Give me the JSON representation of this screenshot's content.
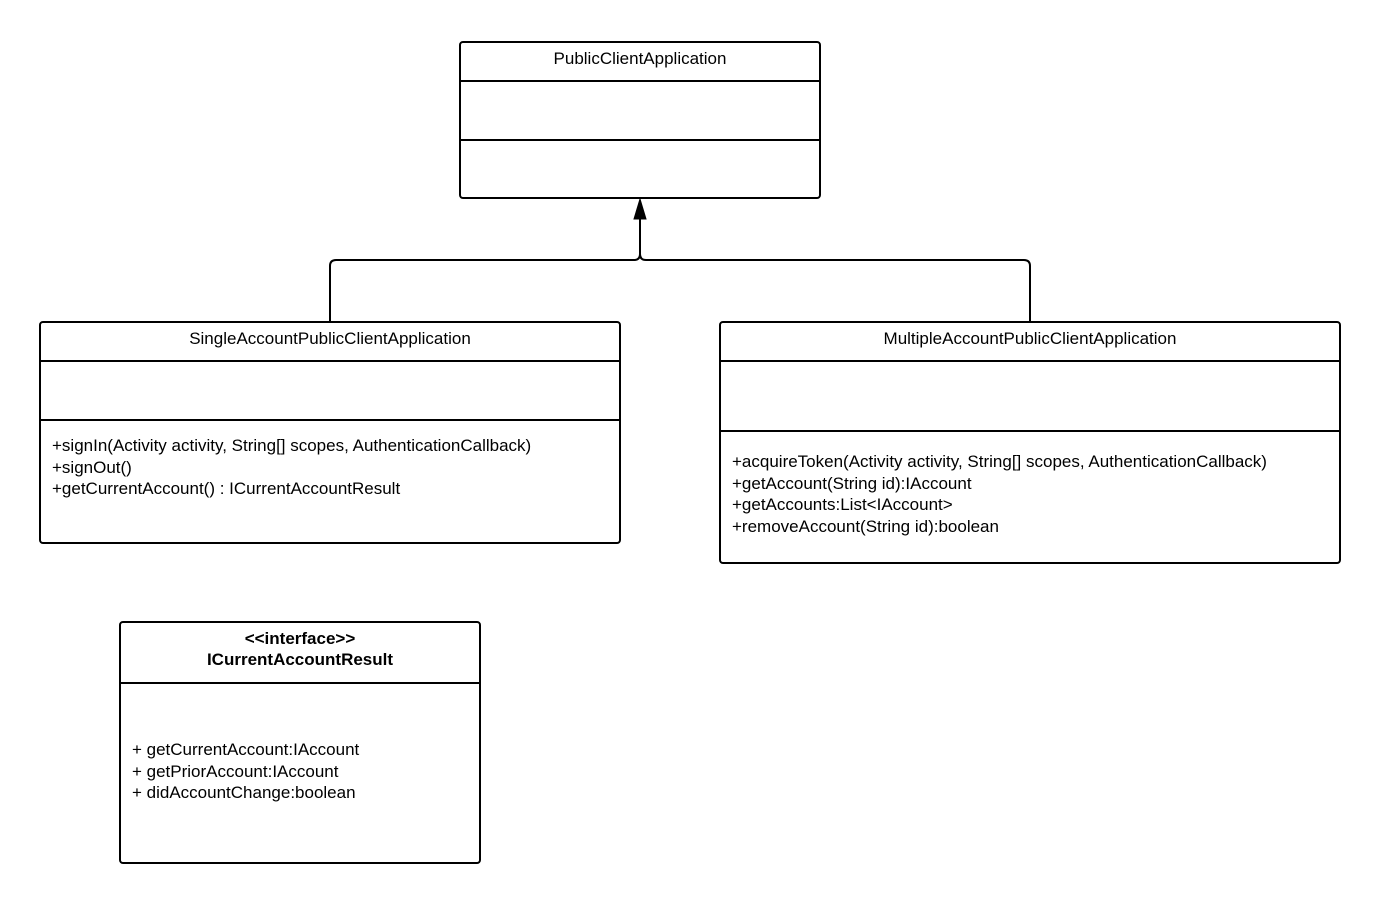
{
  "diagram": {
    "classes": {
      "public_client_application": {
        "name": "PublicClientApplication",
        "attributes": [],
        "operations": []
      },
      "single_account": {
        "name": "SingleAccountPublicClientApplication",
        "attributes": [],
        "operations": [
          "+signIn(Activity activity, String[] scopes, AuthenticationCallback)",
          "+signOut()",
          "+getCurrentAccount() : ICurrentAccountResult"
        ]
      },
      "multiple_account": {
        "name": "MultipleAccountPublicClientApplication",
        "attributes": [],
        "operations": [
          "+acquireToken(Activity activity, String[] scopes, AuthenticationCallback)",
          "+getAccount(String id):IAccount",
          "+getAccounts:List<IAccount>",
          "+removeAccount(String id):boolean"
        ]
      },
      "current_account_result": {
        "stereotype": "<<interface>>",
        "name": "ICurrentAccountResult",
        "attributes": [],
        "operations": [
          "+ getCurrentAccount:IAccount",
          "+ getPriorAccount:IAccount",
          "+ didAccountChange:boolean"
        ]
      }
    },
    "relationships": [
      {
        "type": "generalization",
        "from": "SingleAccountPublicClientApplication",
        "to": "PublicClientApplication"
      },
      {
        "type": "generalization",
        "from": "MultipleAccountPublicClientApplication",
        "to": "PublicClientApplication"
      }
    ]
  }
}
